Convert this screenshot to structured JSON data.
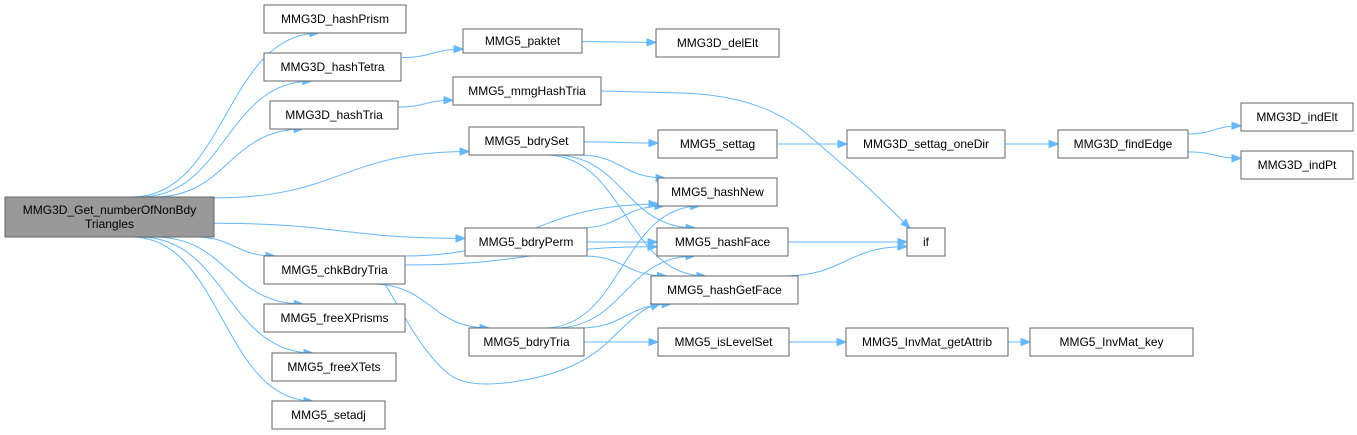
{
  "graph": {
    "edge_color": "#63b8ff",
    "node_border_color": "#666666",
    "root_fill_color": "#999999",
    "nodes": {
      "root": {
        "lines": [
          "MMG3D_Get_numberOfNonBdy",
          "Triangles"
        ],
        "root": true
      },
      "hashPrism": {
        "lines": [
          "MMG3D_hashPrism"
        ]
      },
      "hashTetra": {
        "lines": [
          "MMG3D_hashTetra"
        ]
      },
      "hashTria3D": {
        "lines": [
          "MMG3D_hashTria"
        ]
      },
      "paktet": {
        "lines": [
          "MMG5_paktet"
        ]
      },
      "delElt": {
        "lines": [
          "MMG3D_delElt"
        ]
      },
      "mmgHashTria": {
        "lines": [
          "MMG5_mmgHashTria"
        ]
      },
      "bdrySet": {
        "lines": [
          "MMG5_bdrySet"
        ]
      },
      "settag": {
        "lines": [
          "MMG5_settag"
        ]
      },
      "settagOneDir": {
        "lines": [
          "MMG3D_settag_oneDir"
        ]
      },
      "findEdge": {
        "lines": [
          "MMG3D_findEdge"
        ]
      },
      "indElt": {
        "lines": [
          "MMG3D_indElt"
        ]
      },
      "indPt": {
        "lines": [
          "MMG3D_indPt"
        ]
      },
      "hashNew": {
        "lines": [
          "MMG5_hashNew"
        ]
      },
      "bdryPerm": {
        "lines": [
          "MMG5_bdryPerm"
        ]
      },
      "hashFace": {
        "lines": [
          "MMG5_hashFace"
        ]
      },
      "if": {
        "lines": [
          "if"
        ]
      },
      "chkBdryTria": {
        "lines": [
          "MMG5_chkBdryTria"
        ]
      },
      "hashGetFace": {
        "lines": [
          "MMG5_hashGetFace"
        ]
      },
      "freeXPrisms": {
        "lines": [
          "MMG5_freeXPrisms"
        ]
      },
      "bdryTria": {
        "lines": [
          "MMG5_bdryTria"
        ]
      },
      "isLevelSet": {
        "lines": [
          "MMG5_isLevelSet"
        ]
      },
      "invMatGetAttrib": {
        "lines": [
          "MMG5_InvMat_getAttrib"
        ]
      },
      "invMatKey": {
        "lines": [
          "MMG5_InvMat_key"
        ]
      },
      "freeXTets": {
        "lines": [
          "MMG5_freeXTets"
        ]
      },
      "setadj": {
        "lines": [
          "MMG5_setadj"
        ]
      }
    },
    "edges": [
      [
        "root",
        "hashPrism"
      ],
      [
        "root",
        "hashTetra"
      ],
      [
        "root",
        "hashTria3D"
      ],
      [
        "root",
        "bdrySet"
      ],
      [
        "root",
        "bdryPerm"
      ],
      [
        "root",
        "chkBdryTria"
      ],
      [
        "root",
        "freeXPrisms"
      ],
      [
        "root",
        "freeXTets"
      ],
      [
        "root",
        "setadj"
      ],
      [
        "hashTetra",
        "paktet"
      ],
      [
        "paktet",
        "delElt"
      ],
      [
        "hashTria3D",
        "mmgHashTria"
      ],
      [
        "mmgHashTria",
        "if"
      ],
      [
        "bdrySet",
        "settag"
      ],
      [
        "bdrySet",
        "hashNew"
      ],
      [
        "bdrySet",
        "hashFace"
      ],
      [
        "bdrySet",
        "hashGetFace"
      ],
      [
        "settag",
        "settagOneDir"
      ],
      [
        "settagOneDir",
        "findEdge"
      ],
      [
        "findEdge",
        "indElt"
      ],
      [
        "findEdge",
        "indPt"
      ],
      [
        "bdryPerm",
        "hashNew"
      ],
      [
        "bdryPerm",
        "hashFace"
      ],
      [
        "bdryPerm",
        "hashGetFace"
      ],
      [
        "hashFace",
        "if"
      ],
      [
        "hashGetFace",
        "if"
      ],
      [
        "chkBdryTria",
        "hashNew"
      ],
      [
        "chkBdryTria",
        "hashFace"
      ],
      [
        "chkBdryTria",
        "bdryTria"
      ],
      [
        "chkBdryTria",
        "hashGetFace"
      ],
      [
        "bdryTria",
        "hashNew"
      ],
      [
        "bdryTria",
        "hashFace"
      ],
      [
        "bdryTria",
        "hashGetFace"
      ],
      [
        "bdryTria",
        "isLevelSet"
      ],
      [
        "isLevelSet",
        "invMatGetAttrib"
      ],
      [
        "invMatGetAttrib",
        "invMatKey"
      ]
    ]
  }
}
